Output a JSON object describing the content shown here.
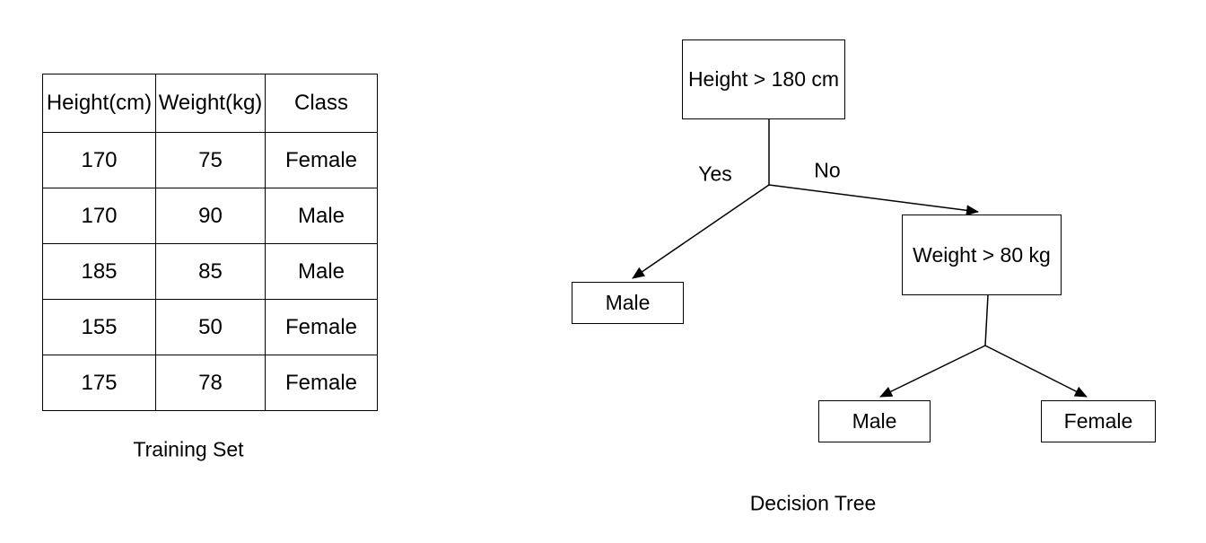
{
  "colors": {
    "ink": "#000000",
    "background": "#ffffff"
  },
  "table": {
    "caption": "Training Set",
    "headers": [
      "Height(cm)",
      "Weight(kg)",
      "Class"
    ],
    "rows": [
      [
        "170",
        "75",
        "Female"
      ],
      [
        "170",
        "90",
        "Male"
      ],
      [
        "185",
        "85",
        "Male"
      ],
      [
        "155",
        "50",
        "Female"
      ],
      [
        "175",
        "78",
        "Female"
      ]
    ]
  },
  "tree": {
    "caption": "Decision Tree",
    "nodes": {
      "root": "Height > 180 cm",
      "yes_leaf": "Male",
      "weight": "Weight > 80 kg",
      "weight_yes_leaf": "Male",
      "weight_no_leaf": "Female"
    },
    "edge_labels": {
      "yes": "Yes",
      "no": "No"
    }
  }
}
